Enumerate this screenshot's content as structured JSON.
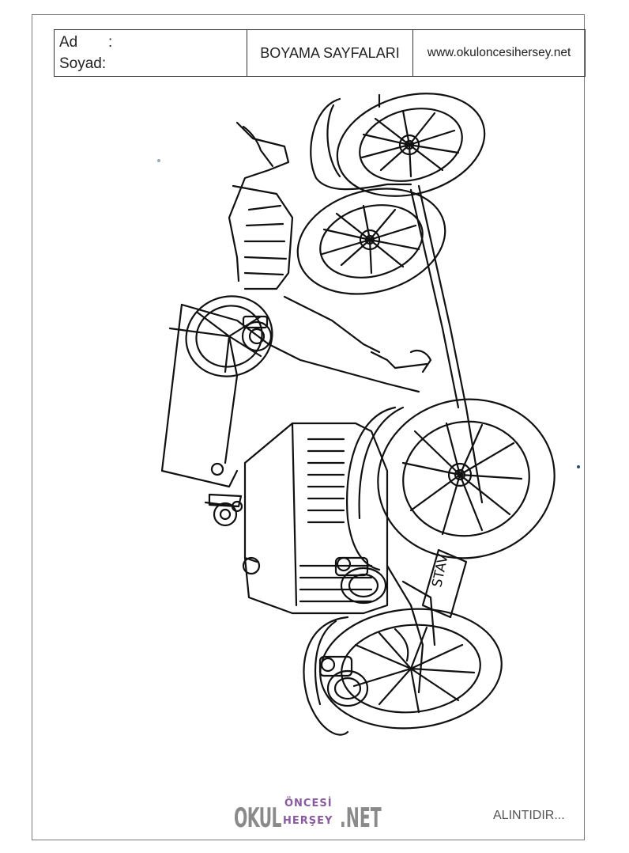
{
  "header": {
    "name_label": "Ad",
    "name_colon": ":",
    "surname_label": "Soyad:",
    "title": "BOYAMA SAYFALARI",
    "website": "www.okuloncesihersey.net"
  },
  "footer": {
    "logo_okul": "OKUL",
    "logo_oncesi": "ÖNCESİ",
    "logo_hersey": "HERŞEY",
    "logo_net": ".NET",
    "credit": "ALINTIDIR..."
  },
  "illustration": {
    "plate_text": "STAV"
  }
}
